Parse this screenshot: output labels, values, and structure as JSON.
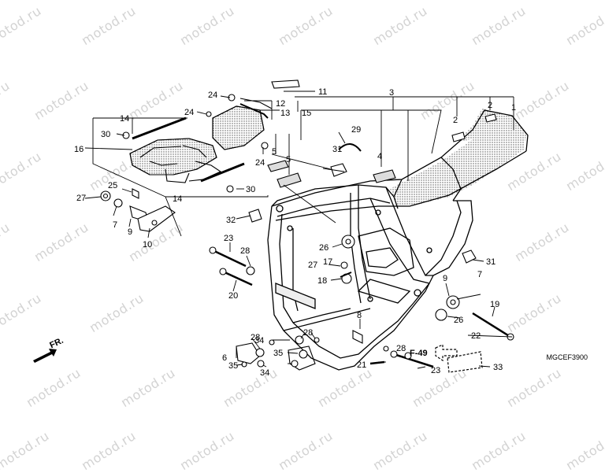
{
  "watermark": "motod.ru",
  "diagram_code": "MGCEF3900",
  "front_marker": "FR.",
  "reference": "F-49",
  "callouts": {
    "c1": "1",
    "c2": "2",
    "c2b": "2",
    "c3": "3",
    "c4": "4",
    "c5": "5",
    "c5b": "5",
    "c6": "6",
    "c7": "7",
    "c7b": "7",
    "c8": "8",
    "c9": "9",
    "c9b": "9",
    "c10": "10",
    "c11": "11",
    "c12": "12",
    "c13": "13",
    "c14": "14",
    "c14b": "14",
    "c15": "15",
    "c16": "16",
    "c17": "17",
    "c18": "18",
    "c19": "19",
    "c20": "20",
    "c21": "21",
    "c22": "22",
    "c23": "23",
    "c23b": "23",
    "c24": "24",
    "c24b": "24",
    "c24c": "24",
    "c25": "25",
    "c26": "26",
    "c26b": "26",
    "c27": "27",
    "c27b": "27",
    "c28": "28",
    "c28b": "28",
    "c28c": "28",
    "c28d": "28",
    "c29": "29",
    "c30": "30",
    "c30b": "30",
    "c31": "31",
    "c31b": "31",
    "c32": "32",
    "c33": "33",
    "c34": "34",
    "c34b": "34",
    "c35": "35",
    "c35b": "35"
  }
}
